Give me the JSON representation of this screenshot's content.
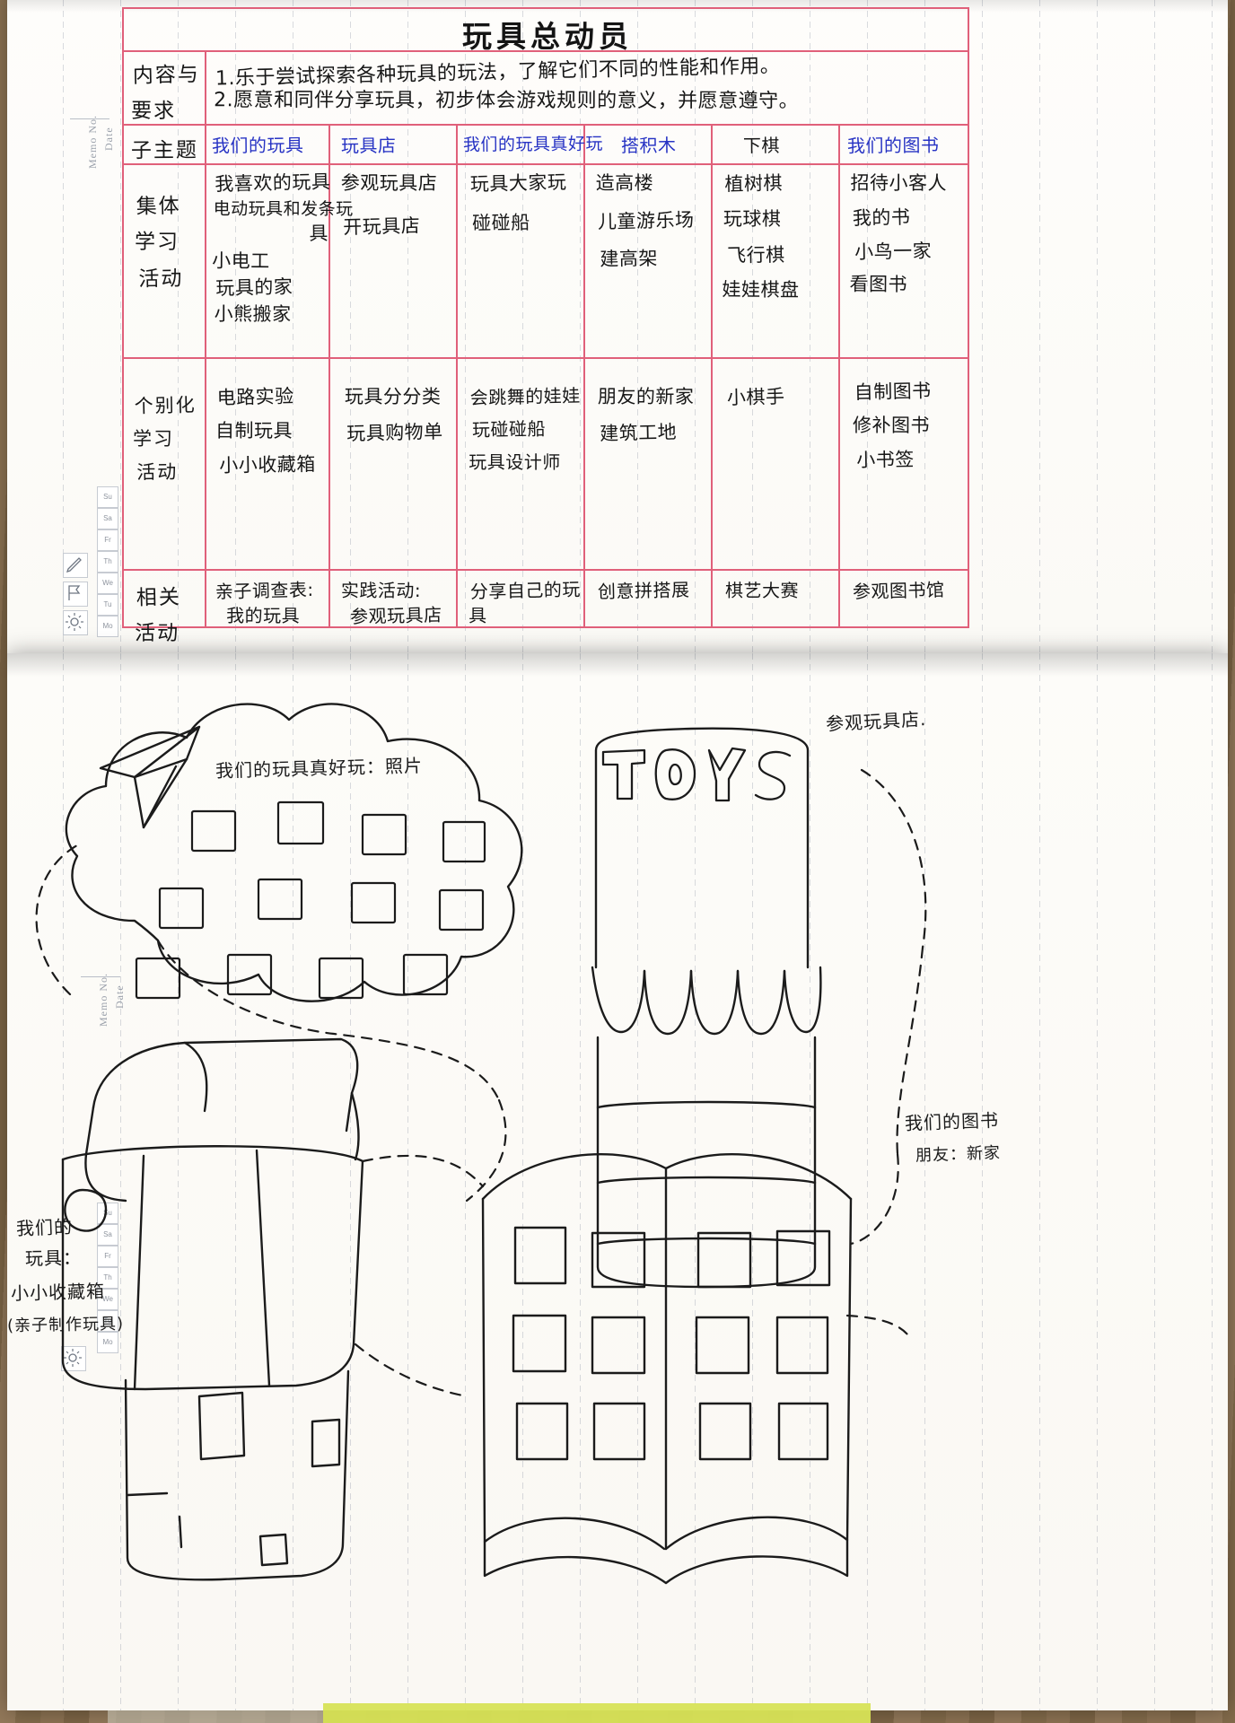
{
  "page": {
    "title": "玩具总动员",
    "memo_label": "Memo No.",
    "date_label": "Date"
  },
  "margin": {
    "days": [
      "Su",
      "Sa",
      "Fr",
      "Th",
      "We",
      "Tu",
      "Mo"
    ],
    "days_lower": [
      "Su",
      "Sa",
      "Fr",
      "Th",
      "We",
      "Tu",
      "Mo"
    ],
    "icons": [
      "pencil-icon",
      "flag-icon",
      "sun-icon"
    ]
  },
  "table": {
    "requirement_label": "内容与\n要求",
    "requirement_label_l1": "内容与",
    "requirement_label_l2": "要求",
    "requirements": [
      "1.乐于尝试探索各种玩具的玩法，了解它们不同的性能和作用。",
      "2.愿意和同伴分享玩具，初步体会游戏规则的意义，并愿意遵守。"
    ],
    "subtopic_label": "子主题",
    "subtopics": [
      "我们的玩具",
      "玩具店",
      "我们的玩具真好玩",
      "搭积木",
      "下棋",
      "我们的图书"
    ],
    "rows": [
      {
        "label": "集体\n学习\n活动",
        "label_lines": [
          "集体",
          "学习",
          "活动"
        ],
        "cells": [
          [
            "我喜欢的玩具",
            "电动玩具和发条玩",
            "具",
            "小电工",
            "玩具的家",
            "小熊搬家"
          ],
          [
            "参观玩具店",
            "开玩具店"
          ],
          [
            "玩具大家玩",
            "碰碰船"
          ],
          [
            "造高楼",
            "儿童游乐场",
            "建高架"
          ],
          [
            "植树棋",
            "玩球棋",
            "飞行棋",
            "娃娃棋盘"
          ],
          [
            "招待小客人",
            "我的书",
            "小鸟一家",
            "看图书"
          ]
        ]
      },
      {
        "label": "个别化\n学习\n活动",
        "label_lines": [
          "个别化",
          "学习",
          "活动"
        ],
        "cells": [
          [
            "电路实验",
            "自制玩具",
            "小小收藏箱"
          ],
          [
            "玩具分分类",
            "玩具购物单"
          ],
          [
            "会跳舞的娃娃",
            "玩碰碰船",
            "玩具设计师"
          ],
          [
            "朋友的新家",
            "建筑工地"
          ],
          [
            "小棋手"
          ],
          [
            "自制图书",
            "修补图书",
            "小书签"
          ]
        ]
      },
      {
        "label": "相关\n活动",
        "label_lines": [
          "相关",
          "活动"
        ],
        "cells": [
          [
            "亲子调查表:",
            "我的玩具"
          ],
          [
            "实践活动:",
            "参观玩具店"
          ],
          [
            "分享自己的玩",
            "具"
          ],
          [
            "创意拼搭展"
          ],
          [
            "棋艺大赛"
          ],
          [
            "参观图书馆"
          ]
        ]
      }
    ]
  },
  "drawing": {
    "annotations": [
      {
        "name": "cloud-photo-label",
        "text": "我们的玩具真好玩：照片"
      },
      {
        "name": "toyshop-visit-label",
        "text": "参观玩具店."
      },
      {
        "name": "our-books-label",
        "text": "我们的图书"
      },
      {
        "name": "friends-new-home-label",
        "text": "朋友：新家"
      },
      {
        "name": "our-toys-label-l1",
        "text": "我们的"
      },
      {
        "name": "our-toys-label-l2",
        "text": "玩具："
      },
      {
        "name": "our-toys-label-l3",
        "text": "小小收藏箱"
      },
      {
        "name": "our-toys-label-l4",
        "text": "(亲子制作玩具)"
      }
    ],
    "shop_sign": "TOYS"
  },
  "colors": {
    "table_rule": "#e0607a",
    "ink_black": "#171717",
    "ink_blue": "#2733c4",
    "paper": "#fdfcfa",
    "desk": "#8a7456",
    "tape": "#d7e356"
  }
}
